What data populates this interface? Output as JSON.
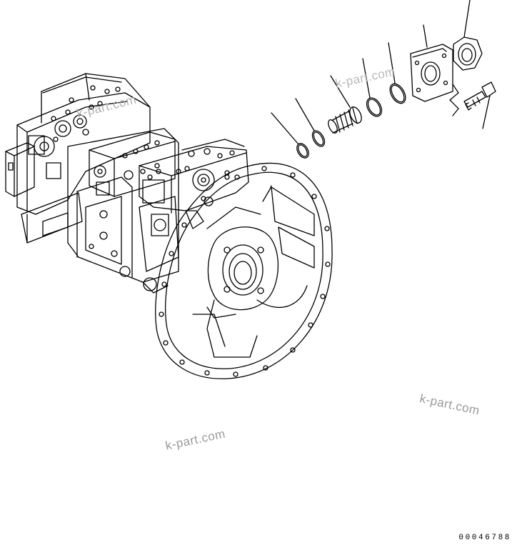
{
  "watermarks": [
    "k-part.com",
    "k-part.com",
    "k-part.com",
    "k-part.com"
  ],
  "figure_id": "00046788",
  "colors": {
    "line": "#000000",
    "background": "#ffffff",
    "watermark": "#9a9a9a"
  },
  "parts": [
    {
      "name": "pump-assembly"
    },
    {
      "name": "flywheel-housing"
    },
    {
      "name": "o-ring-small"
    },
    {
      "name": "o-ring-2"
    },
    {
      "name": "spring"
    },
    {
      "name": "o-ring-3"
    },
    {
      "name": "o-ring-4"
    },
    {
      "name": "flange"
    },
    {
      "name": "nut"
    },
    {
      "name": "plug-bolt"
    }
  ]
}
